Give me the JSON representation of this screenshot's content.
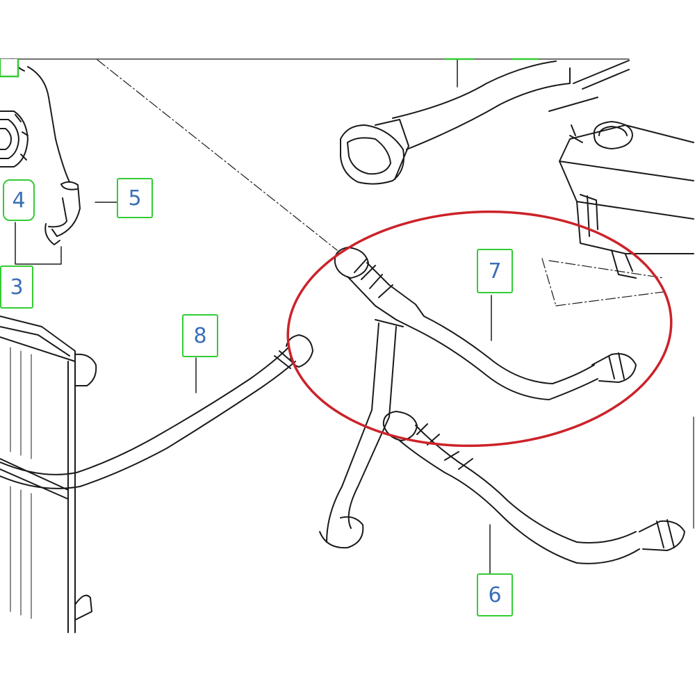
{
  "diagram": {
    "callouts": [
      {
        "id": "3",
        "label": "3"
      },
      {
        "id": "4",
        "label": "4"
      },
      {
        "id": "5",
        "label": "5"
      },
      {
        "id": "6",
        "label": "6"
      },
      {
        "id": "7",
        "label": "7"
      },
      {
        "id": "8",
        "label": "8"
      }
    ],
    "colors": {
      "callout_border": "#33cc33",
      "callout_text": "#3a6fb5",
      "highlight": "#cc2229",
      "line": "#1a1a1a"
    }
  }
}
